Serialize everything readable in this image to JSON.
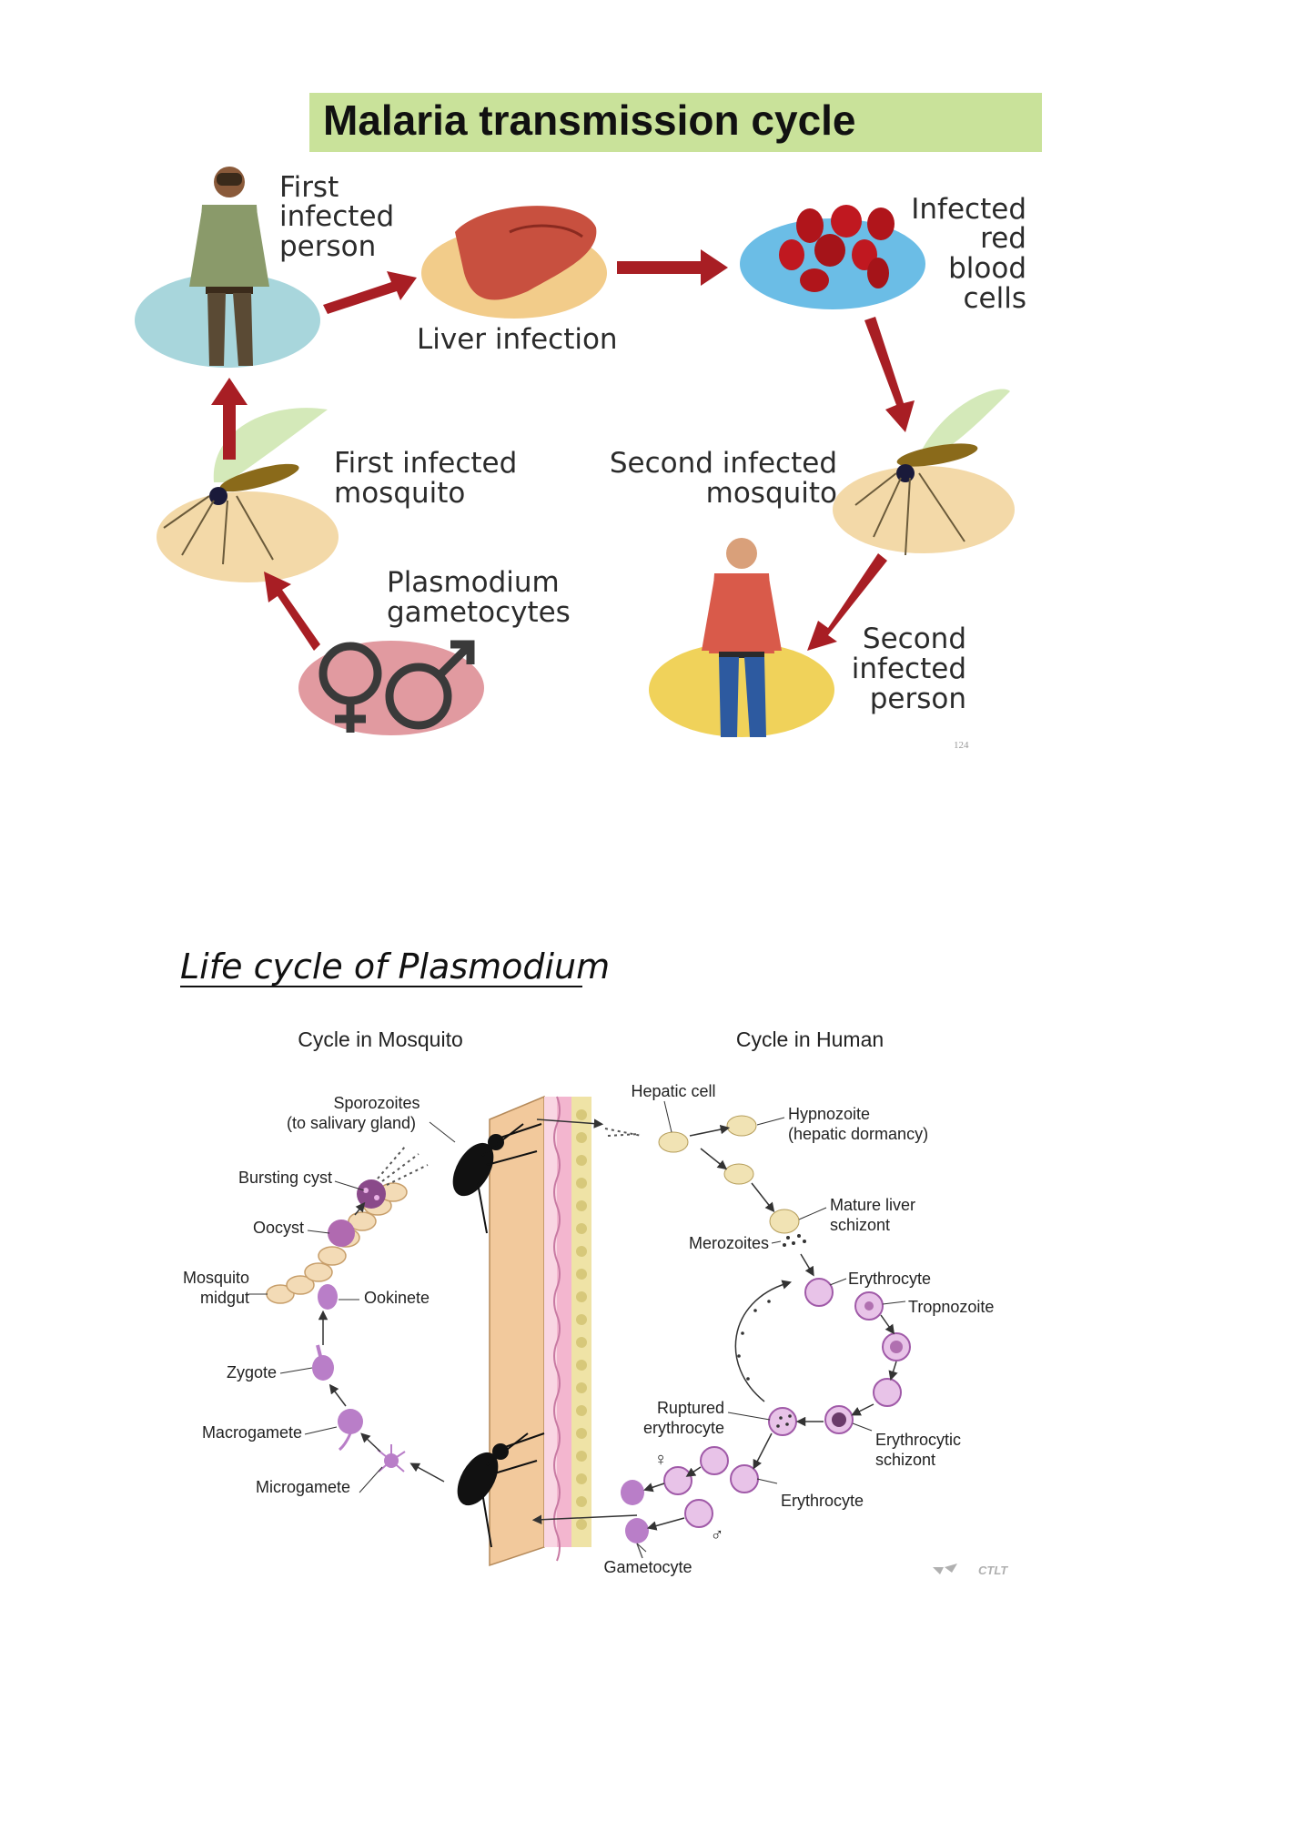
{
  "figure1": {
    "title": "Malaria transmission cycle",
    "title_bg": "#c9e29a",
    "arrow_color": "#a81e24",
    "labels": {
      "first_person": [
        "First",
        "infected",
        "person"
      ],
      "liver": "Liver infection",
      "rbc": [
        "Infected",
        "red",
        "blood",
        "cells"
      ],
      "first_mosquito": [
        "First infected",
        "mosquito"
      ],
      "second_mosquito": [
        "Second infected",
        "mosquito"
      ],
      "gametocytes": [
        "Plasmodium",
        "gametocytes"
      ],
      "second_person": [
        "Second",
        "infected",
        "person"
      ],
      "page_no": "124"
    }
  },
  "figure2": {
    "title": "Life cycle of Plasmodium",
    "col_mosquito": "Cycle in Mosquito",
    "col_human": "Cycle in Human",
    "labels": {
      "sporozoites": [
        "Sporozoites",
        "(to salivary gland)"
      ],
      "bursting_cyst": "Bursting cyst",
      "oocyst": "Oocyst",
      "midgut": [
        "Mosquito",
        "midgut"
      ],
      "ookinete": "Ookinete",
      "zygote": "Zygote",
      "macrogamete": "Macrogamete",
      "microgamete": "Microgamete",
      "hepatic_cell": "Hepatic cell",
      "hypnozoite": [
        "Hypnozoite",
        "(hepatic dormancy)"
      ],
      "mature_schizont": [
        "Mature liver",
        "schizont"
      ],
      "merozoites": "Merozoites",
      "erythrocyte_top": "Erythrocyte",
      "tropnozoite": "Tropnozoite",
      "ruptured": [
        "Ruptured",
        "erythrocyte"
      ],
      "erythrocytic_schizont": [
        "Erythrocytic",
        "schizont"
      ],
      "erythrocyte_bottom": "Erythrocyte",
      "gametocyte": "Gametocyte",
      "female_symbol": "♀",
      "male_symbol": "♂",
      "logo": "CTLT"
    }
  }
}
